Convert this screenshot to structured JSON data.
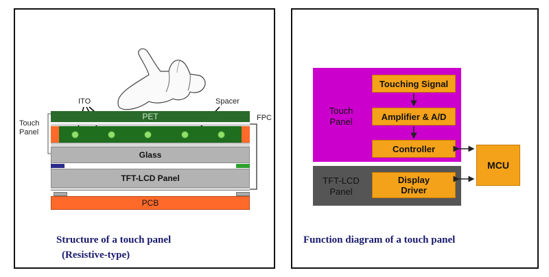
{
  "left": {
    "labels": {
      "ito": "ITO",
      "spacer": "Spacer",
      "touch_panel_line1": "Touch",
      "touch_panel_line2": "Panel",
      "fpc": "FPC"
    },
    "layers": {
      "pet": "PET",
      "glass": "Glass",
      "tft": "TFT-LCD Panel",
      "pcb": "PCB"
    },
    "caption_line1": "Structure of a touch panel",
    "caption_line2": "(Resistive-type)"
  },
  "right": {
    "touch_panel_line1": "Touch",
    "touch_panel_line2": "Panel",
    "tft_line1": "TFT-LCD",
    "tft_line2": "Panel",
    "blocks": {
      "touching_signal": "Touching Signal",
      "amplifier": "Amplifier & A/D",
      "controller": "Controller",
      "display_line1": "Display",
      "display_line2": "Driver",
      "mcu": "MCU"
    },
    "caption": "Function diagram of a touch panel"
  },
  "colors": {
    "pet_green": "#2a6a2a",
    "touch_purple": "#cc00cc",
    "tft_gray": "#555555",
    "block_orange": "#f5a21b",
    "pcb_orange": "#ff6a2a"
  }
}
